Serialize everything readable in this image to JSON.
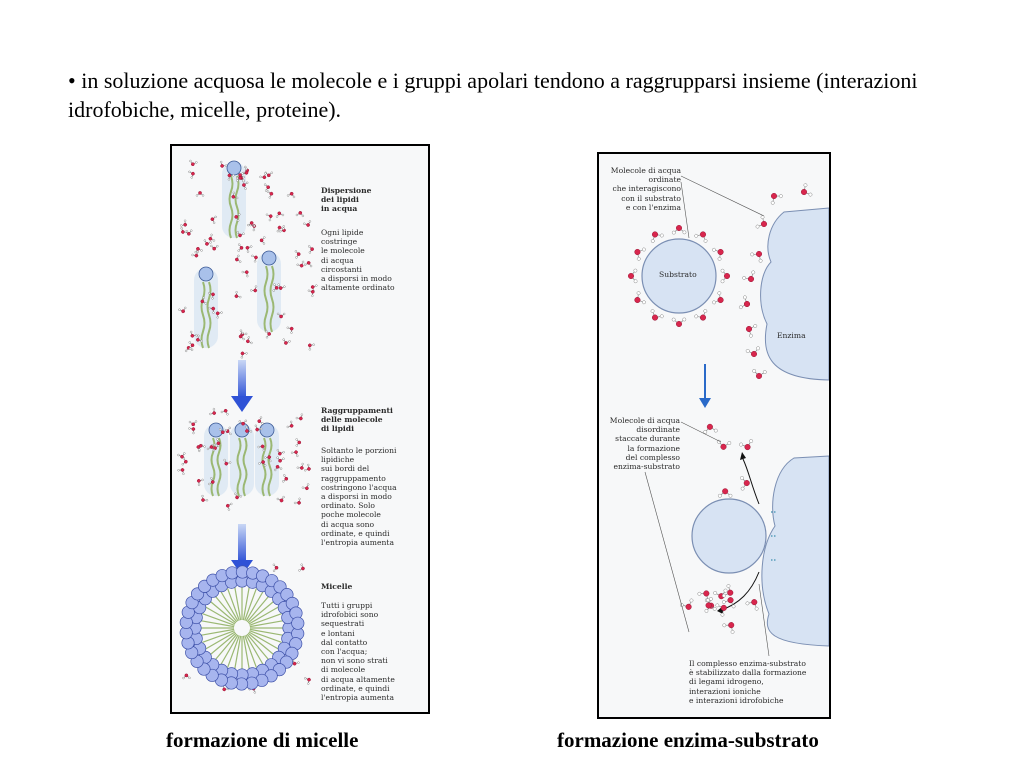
{
  "slide": {
    "bullet": "• in soluzione acquosa le molecole e i gruppi apolari tendono a raggrupparsi insieme (interazioni idrofobiche, micelle, proteine).",
    "captions": {
      "left": "formazione di micelle",
      "right": "formazione enzima-substrato"
    }
  },
  "left_figure": {
    "step1_title": "Dispersione\ndei lipidi\nin acqua",
    "step1_body": "Ogni lipide\ncostringe\nle molecole\ndi acqua\ncircostanti\na disporsi in modo\naltamente ordinato",
    "step2_title": "Raggruppamenti\ndelle molecole\ndi lipidi",
    "step2_body": "Soltanto le porzioni\nlipidiche\nsui bordi del\nraggruppamento\ncostringono l'acqua\na disporsi in modo\nordinato. Solo\npoche molecole\ndi acqua sono\nordinate, e quindi\nl'entropia aumenta",
    "step3_title": "Micelle",
    "step3_body": "Tutti i gruppi\nidrofobici sono\nsequestrati\ne lontani\ndal contatto\ncon l'acqua;\nnon vi sono strati\ndi molecole\ndi acqua altamente\nordinate, e quindi\nl'entropia aumenta"
  },
  "right_figure": {
    "ordered_label": "Molecole di acqua\nordinate\nche interagiscono\ncon il substrato\ne con l'enzima",
    "substrate_label": "Substrato",
    "enzyme_label": "Enzima",
    "disordered_label": "Molecole di acqua\ndisordinate\nstaccate durante\nla formazione\ndel complesso\nenzima-substrato",
    "complex_label": "Il complesso enzima-substrato\nè stabilizzato dalla formazione\ndi legami idrogeno,\ninterazioni ioniche\ne interazioni idrofobiche"
  }
}
